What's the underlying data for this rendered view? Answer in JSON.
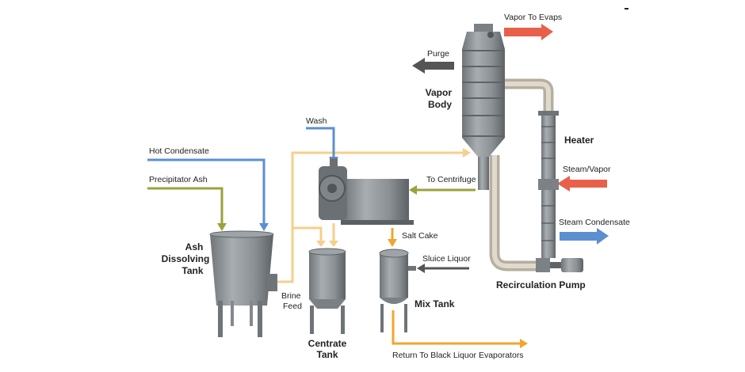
{
  "labels": {
    "vapor_to_evaps": "Vapor To Evaps",
    "purge": "Purge",
    "vapor_body_1": "Vapor",
    "vapor_body_2": "Body",
    "heater": "Heater",
    "steam_vapor": "Steam/Vapor",
    "steam_condensate": "Steam Condensate",
    "recirculation_pump": "Recirculation Pump",
    "wash": "Wash",
    "hot_condensate": "Hot Condensate",
    "precipitator_ash": "Precipitator Ash",
    "to_centrifuge": "To Centrifuge",
    "salt_cake": "Salt Cake",
    "sluice_liquor": "Sluice Liquor",
    "ash_tank_1": "Ash",
    "ash_tank_2": "Dissolving",
    "ash_tank_3": "Tank",
    "brine_feed_1": "Brine",
    "brine_feed_2": "Feed",
    "centrate_tank_1": "Centrate",
    "centrate_tank_2": "Tank",
    "mix_tank": "Mix Tank",
    "return_to_bl_evaps": "Return To Black Liquor Evaporators"
  },
  "colors": {
    "red_flow": "#e8604a",
    "blue_flow": "#5b8fd0",
    "olive_flow": "#9aa23c",
    "orange_flow": "#f3a52e",
    "peach_flow": "#f6cf8c",
    "gray_flow": "#555555",
    "equipment": "#8a9094"
  }
}
